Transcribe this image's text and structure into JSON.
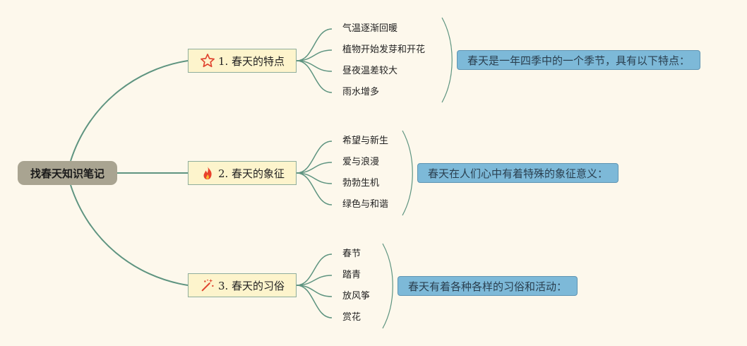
{
  "root": {
    "label": "找春天知识笔记"
  },
  "branches": [
    {
      "label": "1. 春天的特点",
      "icon": "star-icon",
      "note": "春天是一年四季中的一个季节，具有以下特点：",
      "items": [
        "气温逐渐回暖",
        "植物开始发芽和开花",
        "昼夜温差较大",
        "雨水增多"
      ]
    },
    {
      "label": "2. 春天的象征",
      "icon": "fire-icon",
      "note": "春天在人们心中有着特殊的象征意义：",
      "items": [
        "希望与新生",
        "爱与浪漫",
        "勃勃生机",
        "绿色与和谐"
      ]
    },
    {
      "label": "3. 春天的习俗",
      "icon": "magic-wand-icon",
      "note": "春天有着各种各样的习俗和活动：",
      "items": [
        "春节",
        "踏青",
        "放风筝",
        "赏花"
      ]
    }
  ],
  "colors": {
    "background": "#fdf8ec",
    "root": "#a9a491",
    "topic": "#fdf4cc",
    "note": "#7db9d8",
    "line": "#5e9480"
  }
}
